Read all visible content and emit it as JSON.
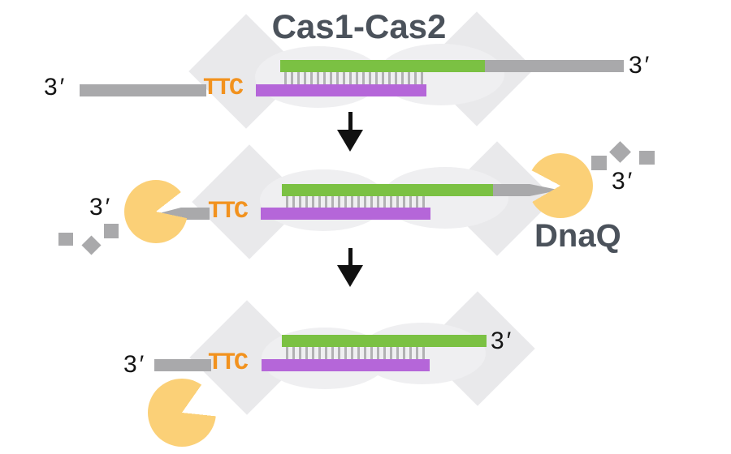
{
  "title": "Cas1-Cas2",
  "labels": {
    "pam": "TTC",
    "enzyme": "DnaQ",
    "three_prime": "3′"
  },
  "colors": {
    "top_strand_green": "#7bc143",
    "bottom_strand_purple": "#b566d9",
    "dna_overhang_gray": "#a9a9ab",
    "exonuclease_yellow": "#fbd077",
    "pam_orange": "#f2921e",
    "heading_slate": "#4b525b",
    "complex_diamond_gray": "#e9e9eb",
    "complex_blob_gray": "#efeff1",
    "arrow_black": "#111111",
    "background": "#ffffff"
  }
}
